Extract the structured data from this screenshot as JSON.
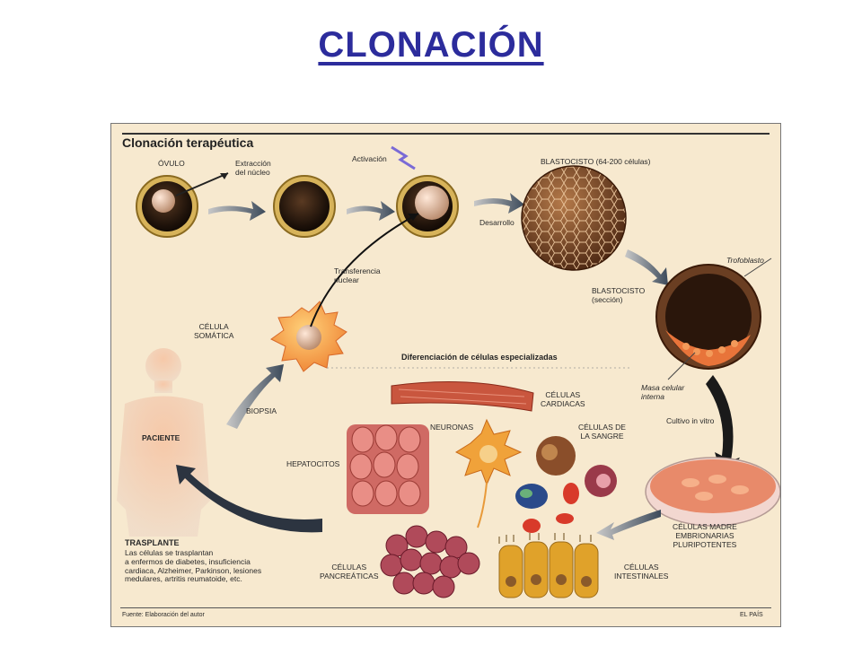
{
  "page": {
    "title": "CLONACIÓN"
  },
  "figure": {
    "heading": "Clonación terapéutica",
    "labels": {
      "ovulo": "ÓVULO",
      "extraccion": "Extracción\ndel núcleo",
      "activacion": "Activación",
      "blastocisto": "BLASTOCISTO (64-200 células)",
      "desarrollo": "Desarrollo",
      "trofoblasto": "Trofoblasto",
      "blastocisto_seccion": "BLASTOCISTO\n(sección)",
      "transferencia": "Transferencia\nnuclear",
      "celula_somatica": "CÉLULA\nSOMÁTICA",
      "diferenciacion": "Diferenciación de células especializadas",
      "masa_celular": "Masa celular\ninterna",
      "cultivo": "Cultivo in vitro",
      "celulas_cardiacas": "CÉLULAS\nCARDIACAS",
      "biopsia": "BIOPSIA",
      "paciente": "PACIENTE",
      "neuronas": "NEURONAS",
      "celulas_sangre": "CÉLULAS DE\nLA SANGRE",
      "hepatocitos": "HEPATOCITOS",
      "celulas_madre": "CÉLULAS MADRE\nEMBRIONARIAS\nPLURIPOTENTES",
      "trasplante_title": "TRASPLANTE",
      "trasplante_text": "Las células se trasplantan\na enfermos de diabetes, insuficiencia\ncardiaca, Alzheimer, Parkinson, lesiones\nmedulares, artritis reumatoide, etc.",
      "celulas_pancreaticas": "CÉLULAS\nPANCREÁTICAS",
      "celulas_intestinales": "CÉLULAS\nINTESTINALES",
      "fuente": "Fuente: Elaboración del autor",
      "el_pais": "EL PAÍS"
    }
  }
}
